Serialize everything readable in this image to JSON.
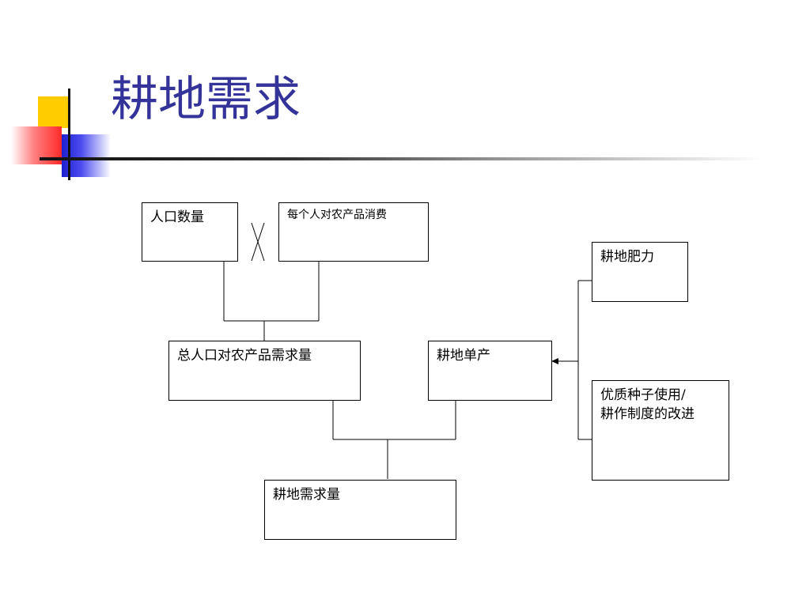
{
  "title": "耕地需求",
  "boxes": {
    "population": "人口数量",
    "consumption": "每个人对农产品消费",
    "total_demand": "总人口对农产品需求量",
    "unit_yield": "耕地单产",
    "fertility": "耕地肥力",
    "seeds_line1": "优质种子使用/",
    "seeds_line2": "耕作制度的改进",
    "land_demand": "耕地需求量"
  }
}
